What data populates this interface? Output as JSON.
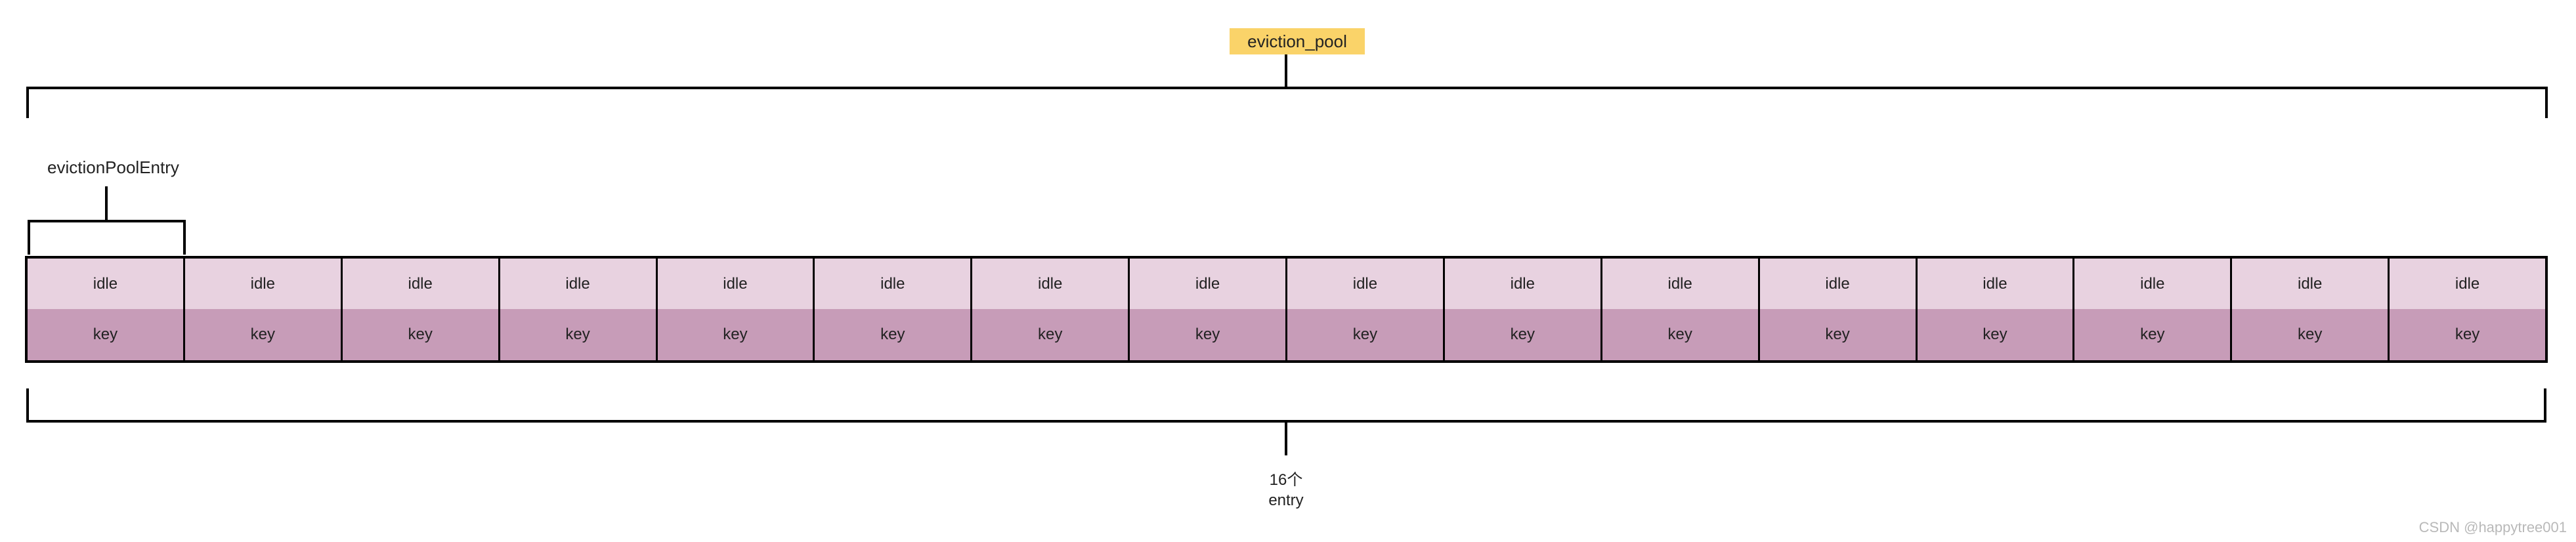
{
  "diagram": {
    "root_label": "eviction_pool",
    "entry_label": "evictionPoolEntry",
    "count_label": "16个",
    "count_sublabel": "entry",
    "colors": {
      "root_bg": "#FAD369",
      "idle_bg": "#E8D2E0",
      "key_bg": "#C79CB8",
      "line": "#000000"
    }
  },
  "table": {
    "entry_count": 16,
    "field_names": [
      "idle",
      "key"
    ],
    "entries": [
      {
        "idle": "idle",
        "key": "key"
      },
      {
        "idle": "idle",
        "key": "key"
      },
      {
        "idle": "idle",
        "key": "key"
      },
      {
        "idle": "idle",
        "key": "key"
      },
      {
        "idle": "idle",
        "key": "key"
      },
      {
        "idle": "idle",
        "key": "key"
      },
      {
        "idle": "idle",
        "key": "key"
      },
      {
        "idle": "idle",
        "key": "key"
      },
      {
        "idle": "idle",
        "key": "key"
      },
      {
        "idle": "idle",
        "key": "key"
      },
      {
        "idle": "idle",
        "key": "key"
      },
      {
        "idle": "idle",
        "key": "key"
      },
      {
        "idle": "idle",
        "key": "key"
      },
      {
        "idle": "idle",
        "key": "key"
      },
      {
        "idle": "idle",
        "key": "key"
      },
      {
        "idle": "idle",
        "key": "key"
      }
    ]
  },
  "watermark": "CSDN @happytree001"
}
